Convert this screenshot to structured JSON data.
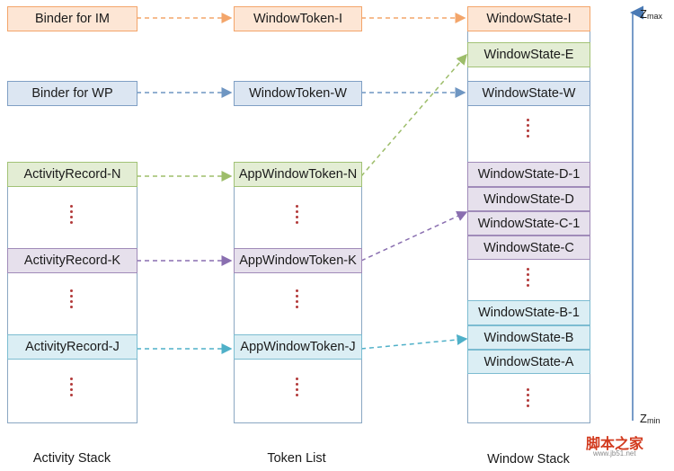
{
  "activity_stack": {
    "label": "Activity Stack",
    "binder_im": "Binder for IM",
    "binder_wp": "Binder for WP",
    "records": [
      "ActivityRecord-N",
      "ActivityRecord-K",
      "ActivityRecord-J"
    ]
  },
  "token_list": {
    "label": "Token List",
    "window_token_i": "WindowToken-I",
    "window_token_w": "WindowToken-W",
    "app_tokens": [
      "AppWindowToken-N",
      "AppWindowToken-K",
      "AppWindowToken-J"
    ]
  },
  "window_stack": {
    "label": "Window Stack",
    "states": [
      "WindowState-I",
      "WindowState-E",
      "WindowState-W",
      "WindowState-D-1",
      "WindowState-D",
      "WindowState-C-1",
      "WindowState-C",
      "WindowState-B-1",
      "WindowState-B",
      "WindowState-A"
    ]
  },
  "z_axis": {
    "z": "Z",
    "max_sub": "max",
    "min_sub": "min"
  },
  "watermark": {
    "text": "脚本之家",
    "sub": "www.jb51.net"
  },
  "colors": {
    "orange": "#f3a56a",
    "blue": "#6f96c2",
    "green": "#9dbd6a",
    "purple": "#8a6fb0",
    "cyan": "#4fb0c8"
  }
}
